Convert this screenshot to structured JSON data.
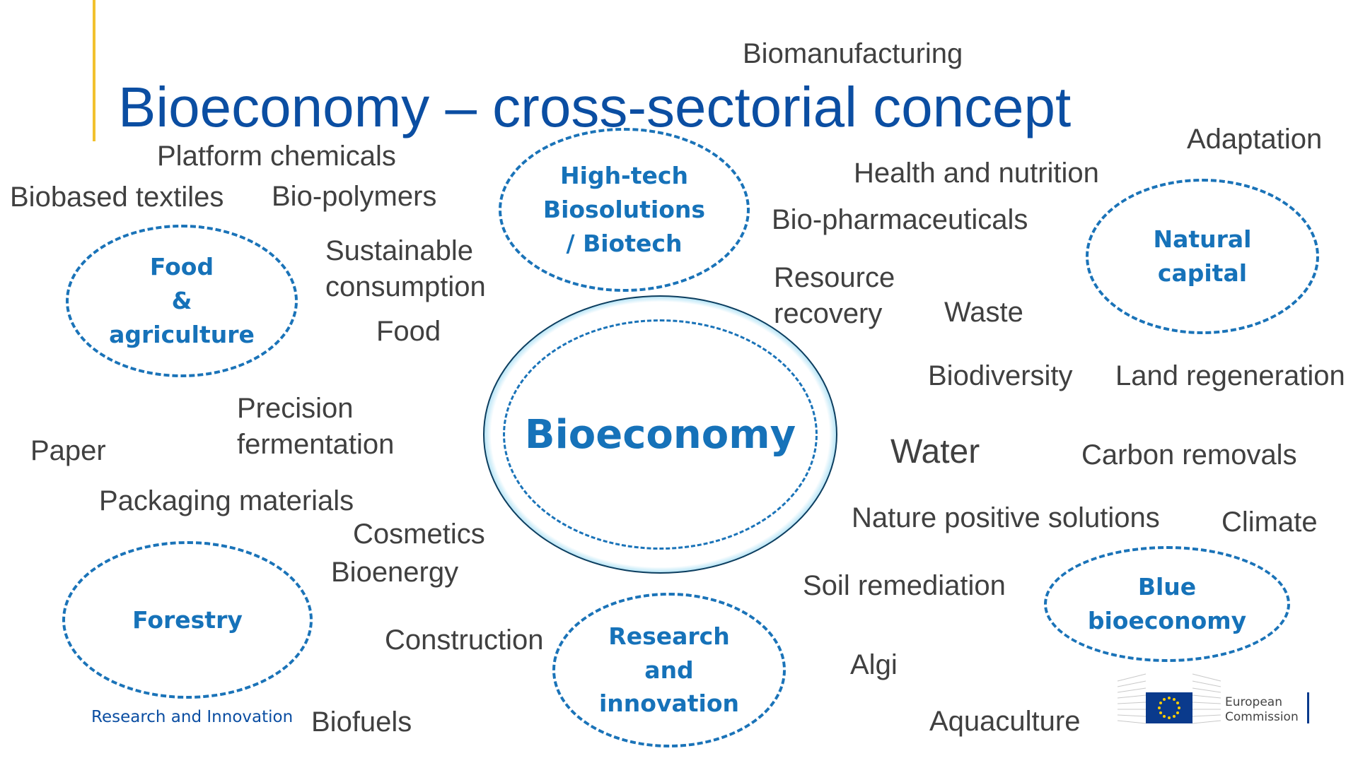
{
  "title": "Bioeconomy – cross-sectorial concept",
  "center": "Bioeconomy",
  "rings": {
    "food": "Food\n&\nagriculture",
    "hightech": "High-tech\nBiosolutions\n/ Biotech",
    "natural": "Natural\ncapital",
    "forestry": "Forestry",
    "research": "Research\nand\ninnovation",
    "blue": "Blue\nbioeconomy"
  },
  "terms": {
    "biomanufacturing": "Biomanufacturing",
    "platform_chemicals": "Platform chemicals",
    "biobased_textiles": "Biobased textiles",
    "bio_polymers": "Bio-polymers",
    "sustainable_consumption": "Sustainable\nconsumption",
    "food": "Food",
    "health_nutrition": "Health and nutrition",
    "bio_pharmaceuticals": "Bio-pharmaceuticals",
    "adaptation": "Adaptation",
    "resource_recovery": "Resource\nrecovery",
    "waste": "Waste",
    "biodiversity": "Biodiversity",
    "land_regeneration": "Land regeneration",
    "precision_fermentation": "Precision\nfermentation",
    "paper": "Paper",
    "water": "Water",
    "carbon_removals": "Carbon removals",
    "packaging_materials": "Packaging materials",
    "cosmetics": "Cosmetics",
    "nature_positive": "Nature positive solutions",
    "climate": "Climate",
    "bioenergy": "Bioenergy",
    "soil_remediation": "Soil remediation",
    "construction": "Construction",
    "algi": "Algi",
    "biofuels": "Biofuels",
    "aquaculture": "Aquaculture"
  },
  "footer": "Research and Innovation",
  "logo": {
    "line1": "European",
    "line2": "Commission",
    "icon": "eu-flag-icon"
  },
  "colors": {
    "title": "#0b4ea2",
    "ring": "#1a73b8",
    "ring_label": "#1672b9",
    "accent": "#f2c12e",
    "term": "#404040"
  }
}
